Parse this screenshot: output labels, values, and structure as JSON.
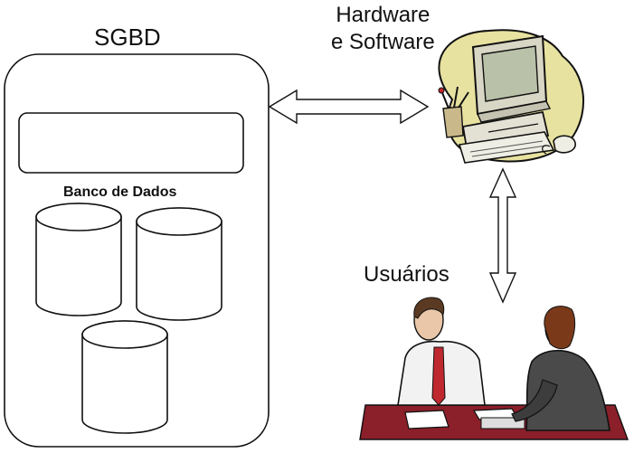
{
  "labels": {
    "sgbd": "SGBD",
    "hardware_line1": "Hardware",
    "hardware_line2": "e Software",
    "users": "Usuários",
    "database": "Banco de Dados"
  },
  "icons": {
    "computer": "computer-clipart-icon",
    "users": "people-at-desk-clipart-icon",
    "database": "database-cylinder-icon"
  },
  "colors": {
    "stroke": "#111111",
    "desk": "#8b1f2a",
    "tie": "#c0282f",
    "computer_blob": "#e8e2a0"
  }
}
